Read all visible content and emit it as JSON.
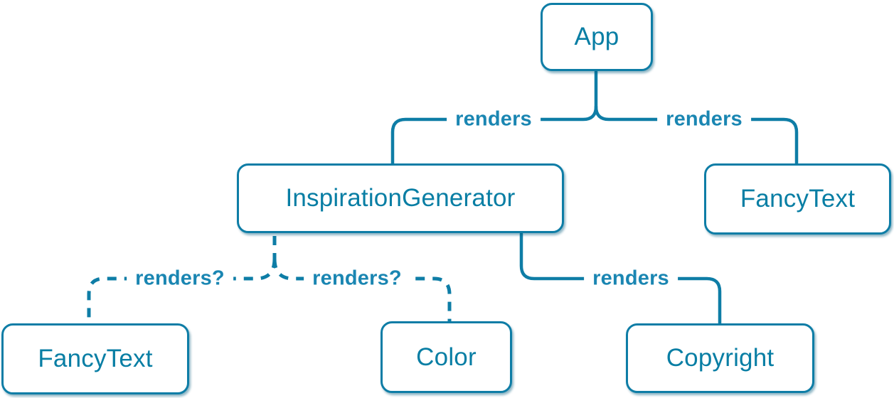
{
  "diagram": {
    "title": "component-render-tree",
    "colors": {
      "stroke": "#0e7da6",
      "node-text": "#087ea4",
      "label-text": "#1a86b2",
      "node-bg": "#ffffff",
      "page-bg": "#ffffff"
    },
    "nodes": [
      {
        "id": "app",
        "label": "App"
      },
      {
        "id": "inspiration-generator",
        "label": "InspirationGenerator"
      },
      {
        "id": "fancy-text-top",
        "label": "FancyText"
      },
      {
        "id": "fancy-text-bottom",
        "label": "FancyText"
      },
      {
        "id": "color",
        "label": "Color"
      },
      {
        "id": "copyright",
        "label": "Copyright"
      }
    ],
    "edges": [
      {
        "from": "App",
        "to": "InspirationGenerator",
        "label": "renders",
        "style": "solid"
      },
      {
        "from": "App",
        "to": "FancyText",
        "label": "renders",
        "style": "solid"
      },
      {
        "from": "InspirationGenerator",
        "to": "FancyText",
        "label": "renders?",
        "style": "dashed"
      },
      {
        "from": "InspirationGenerator",
        "to": "Color",
        "label": "renders?",
        "style": "dashed"
      },
      {
        "from": "InspirationGenerator",
        "to": "Copyright",
        "label": "renders",
        "style": "solid"
      }
    ]
  }
}
